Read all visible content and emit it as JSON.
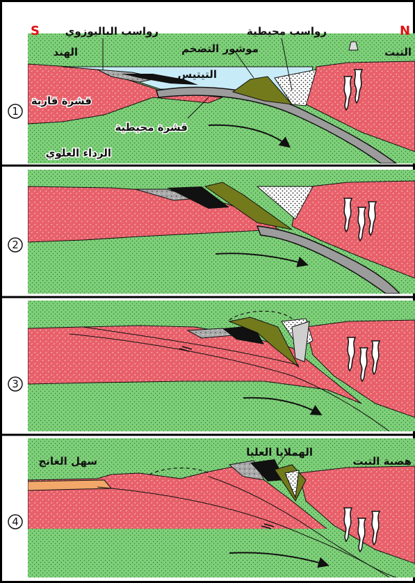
{
  "panels": [
    {
      "stage": "1",
      "labels": {
        "south": "S",
        "north": "N",
        "india": "الهند",
        "tibet": "التبت",
        "paleozoic": "رواسب الباليوزوي",
        "oceanic_sed": "رواسب محيطية",
        "wedge": "موشور التضخم",
        "tethys": "التيتيس",
        "cont_crust": "قشرة قارية",
        "ocean_crust": "قشرة محيطية",
        "mantle": "الرداء العلوي"
      }
    },
    {
      "stage": "2"
    },
    {
      "stage": "3"
    },
    {
      "stage": "4",
      "labels": {
        "ganges": "سهل الغانج",
        "himalaya": "الهملايا العليا",
        "tibet_plateau": "هضبة التبت"
      }
    }
  ],
  "colors": {
    "crust": "#e8606a",
    "mantle": "#7fd07a",
    "ocean_crust": "#9c9c9c",
    "sea": "#c8ecf7",
    "wedge": "#737a1c",
    "sediment_dark": "#111111",
    "sediment_grey": "#a9a9a9",
    "dotted_sed": "#ffffff",
    "ganges_plain": "#f2a86a",
    "direction": "#e01010"
  }
}
